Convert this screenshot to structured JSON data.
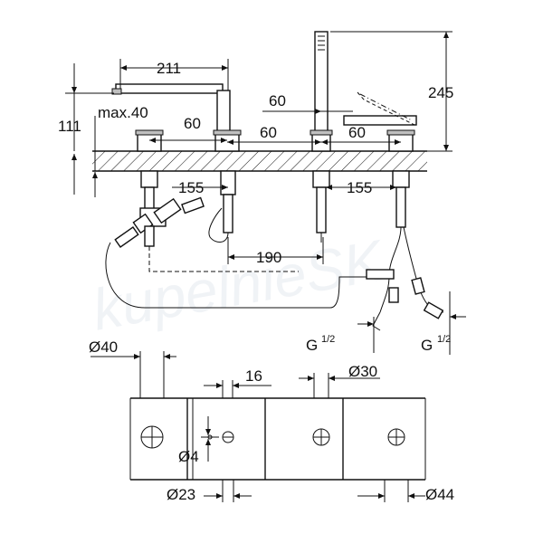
{
  "watermark": "kupelnieSK",
  "dimensions": {
    "spout_reach": "211",
    "height_111": "111",
    "max_40": "max.40",
    "spacing_60_a": "60",
    "spacing_60_b": "60",
    "spacing_60_c": "60",
    "spacing_60_d": "60",
    "height_245": "245",
    "depth_155_left": "155",
    "depth_155_right": "155",
    "distance_190": "190",
    "thread_left": "G",
    "thread_left_frac": "1/2",
    "thread_right": "G",
    "thread_right_frac": "1/2"
  },
  "holes": {
    "d40": "Ø40",
    "d16": "16",
    "d30": "Ø30",
    "d4": "Ø4",
    "d23": "Ø23",
    "d44": "Ø44"
  }
}
